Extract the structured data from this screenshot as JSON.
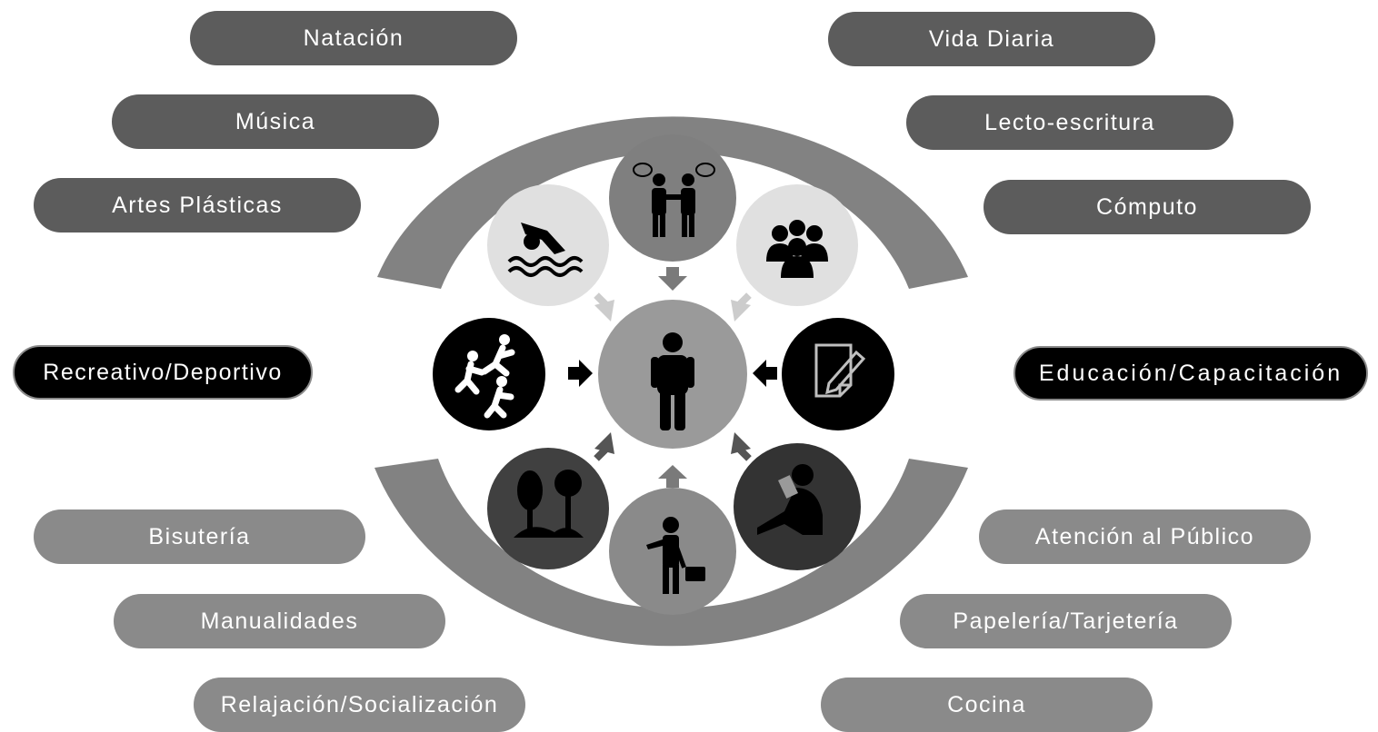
{
  "colors": {
    "ring": "#828282",
    "pill_dark": "#5c5c5c",
    "pill_light": "#8a8a8a",
    "pill_black": "#000000",
    "center": "#9a9a9a",
    "node_light": "#e0e0e0",
    "node_mid": "#7f7f7f",
    "node_dark": "#404040",
    "node_black": "#000000"
  },
  "center_icon": "person-icon",
  "labels_left_top": [
    "Natación",
    "Música",
    "Artes Plásticas"
  ],
  "label_left_main": "Recreativo/Deportivo",
  "labels_left_bottom": [
    "Bisutería",
    "Manualidades",
    "Relajación/Socialización"
  ],
  "labels_right_top": [
    "Vida Diaria",
    "Lecto-escritura",
    "Cómputo"
  ],
  "label_right_main": "Educación/Capacitación",
  "labels_right_bottom": [
    "Atención al Público",
    "Papelería/Tarjetería",
    "Cocina"
  ],
  "nodes": [
    {
      "name": "conversation-node",
      "icon": "conversation-icon"
    },
    {
      "name": "swimming-node",
      "icon": "swimmer-icon"
    },
    {
      "name": "group-node",
      "icon": "group-icon"
    },
    {
      "name": "recreation-node",
      "icon": "running-kids-icon"
    },
    {
      "name": "education-node",
      "icon": "pencil-notepad-icon"
    },
    {
      "name": "nature-node",
      "icon": "trees-icon"
    },
    {
      "name": "reading-node",
      "icon": "reading-person-icon"
    },
    {
      "name": "work-node",
      "icon": "businessman-icon"
    }
  ]
}
